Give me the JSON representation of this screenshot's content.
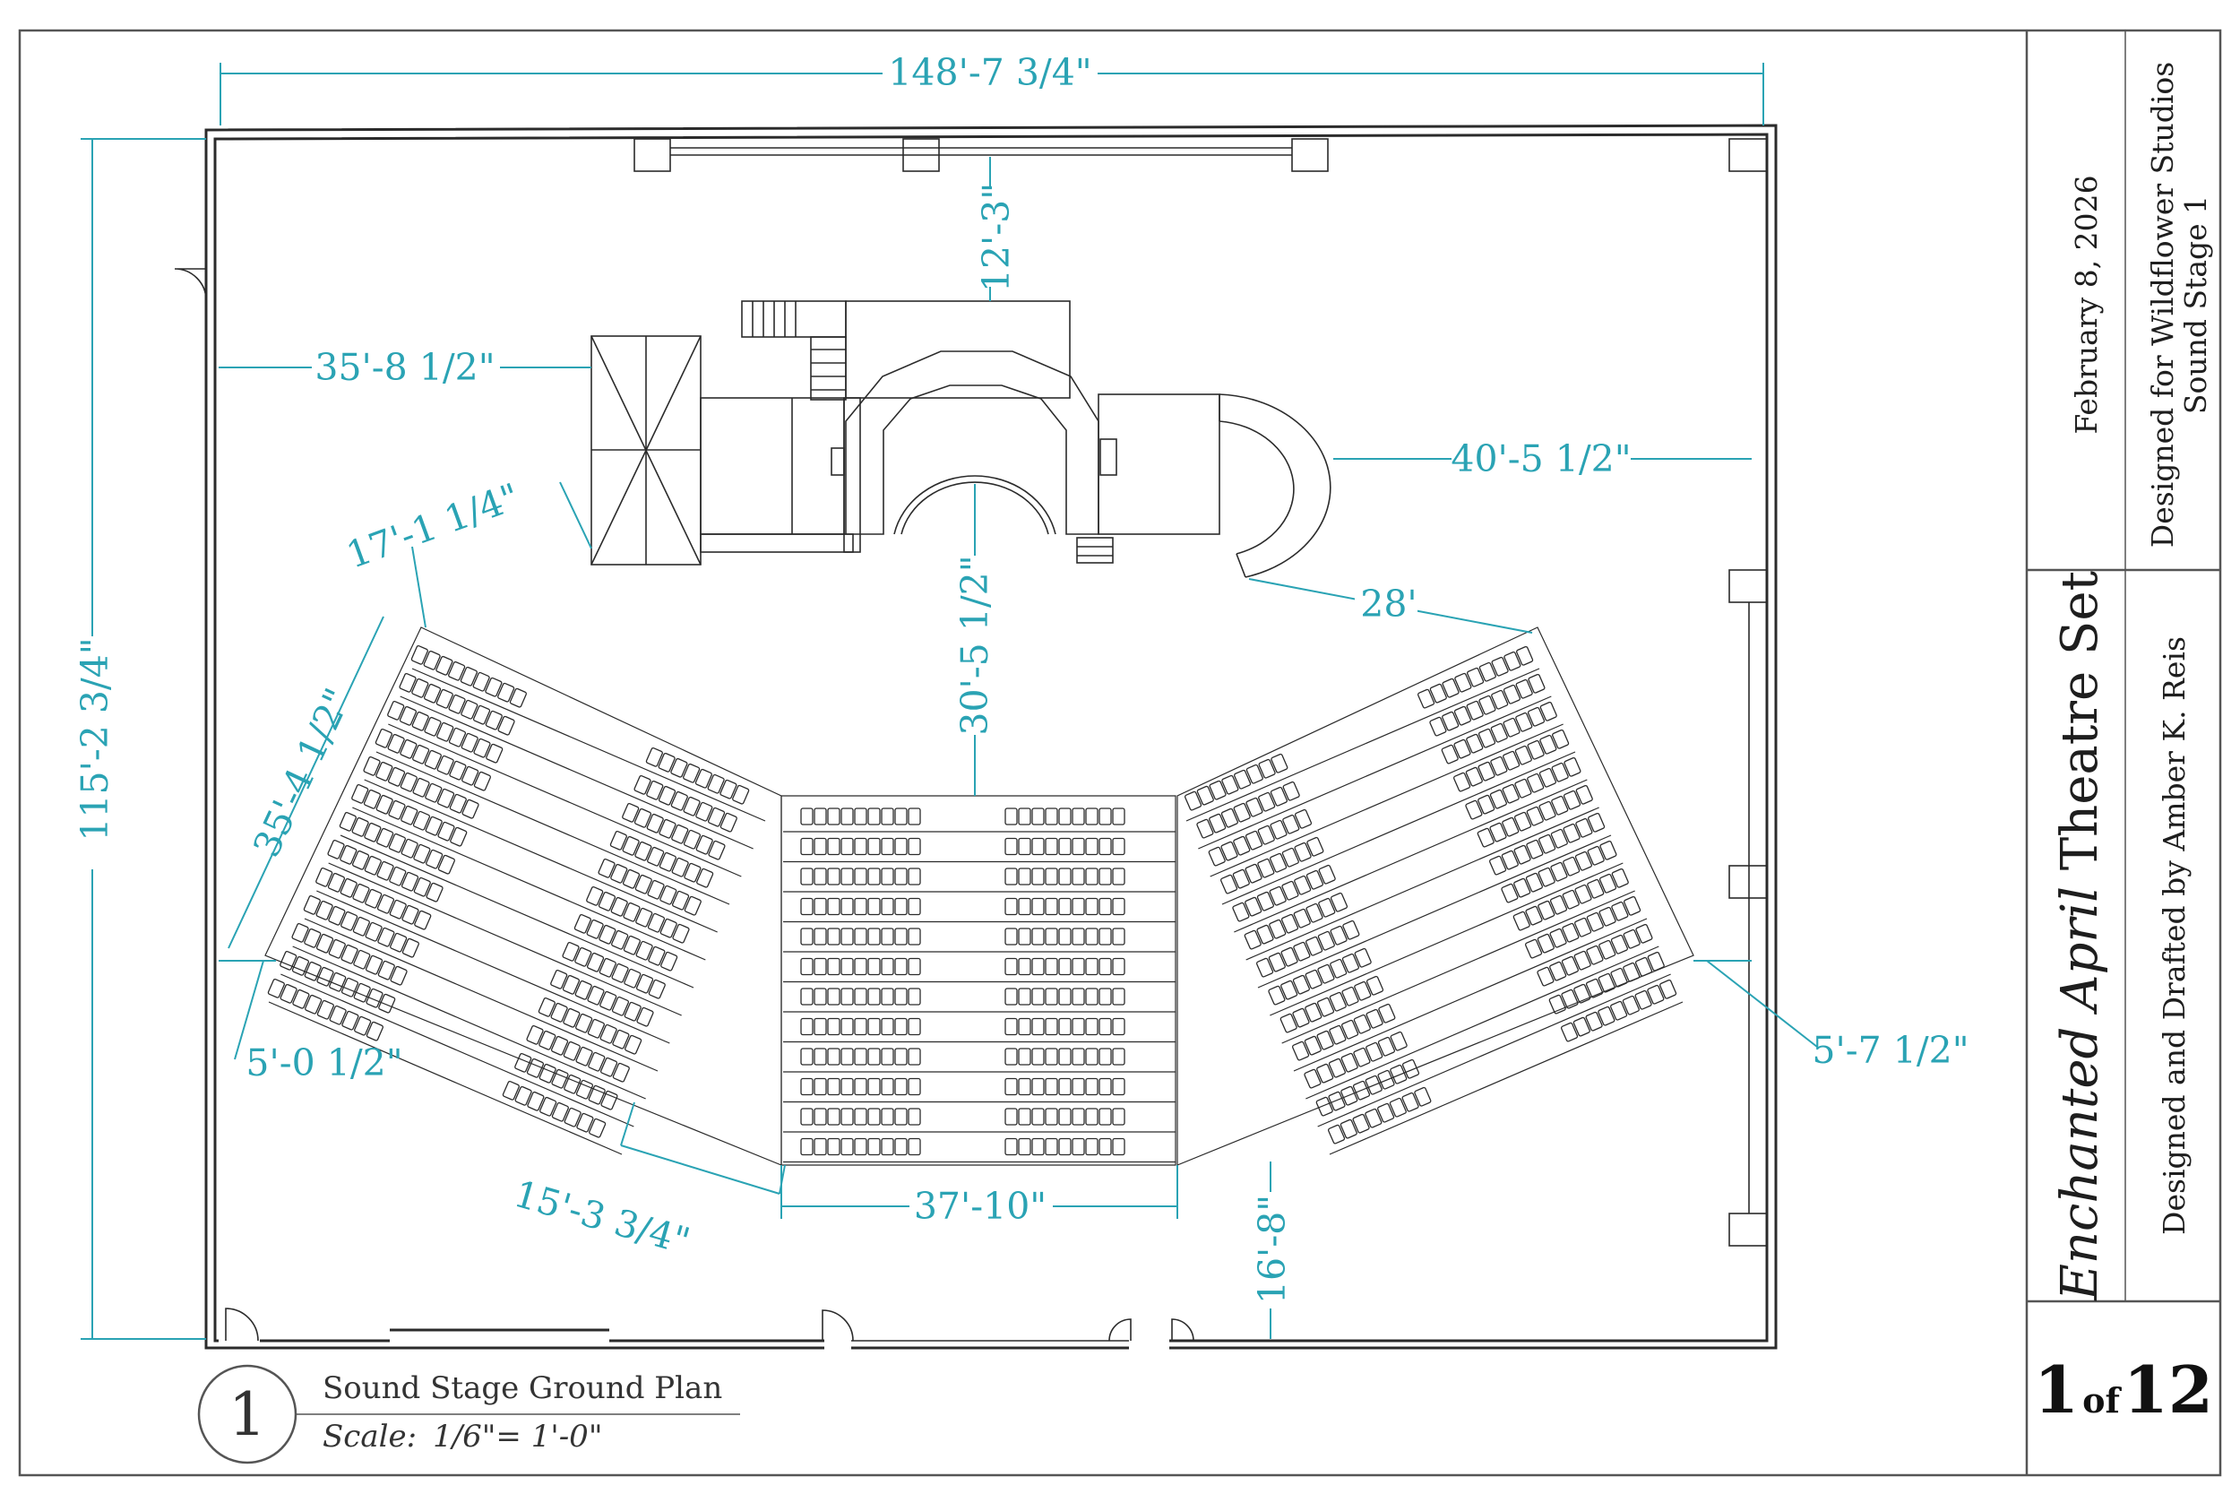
{
  "drawing": {
    "title_italic": "Enchanted April",
    "title_rest": " Theatre Set",
    "date": "February 8, 2026",
    "designed_for": "Designed for Wildflower Studios",
    "location": "Sound Stage 1",
    "drafted_by": "Designed and Drafted by Amber K. Reis",
    "sheet_number": "1",
    "sheet_of": "of",
    "sheet_total": "12"
  },
  "plan_label": {
    "number": "1",
    "name": "Sound Stage Ground Plan",
    "scale_label": "Scale:",
    "scale_value": "1/6\"= 1'-0\""
  },
  "dimensions": {
    "overall_width": "148'-7 3/4\"",
    "overall_depth": "115'-2 3/4\"",
    "upstage_gap": "12'-3\"",
    "left_to_set": "35'-8 1/2\"",
    "right_to_set": "40'-5 1/2\"",
    "left_wing_offset": "17'-1 1/4\"",
    "stair_to_seating": "28'",
    "stage_to_seating": "30'-5 1/2\"",
    "left_section_depth": "35'-4 1/2\"",
    "left_wall_clearance": "5'-0 1/2\"",
    "right_wall_clearance": "5'-7 1/2\"",
    "left_aisle_width": "15'-3 3/4\"",
    "center_section_width": "37'-10\"",
    "downstage_clearance": "16'-8\""
  },
  "colors": {
    "dimension": "#2aa3b4",
    "linework": "#2b2b2b",
    "background": "#ffffff"
  }
}
